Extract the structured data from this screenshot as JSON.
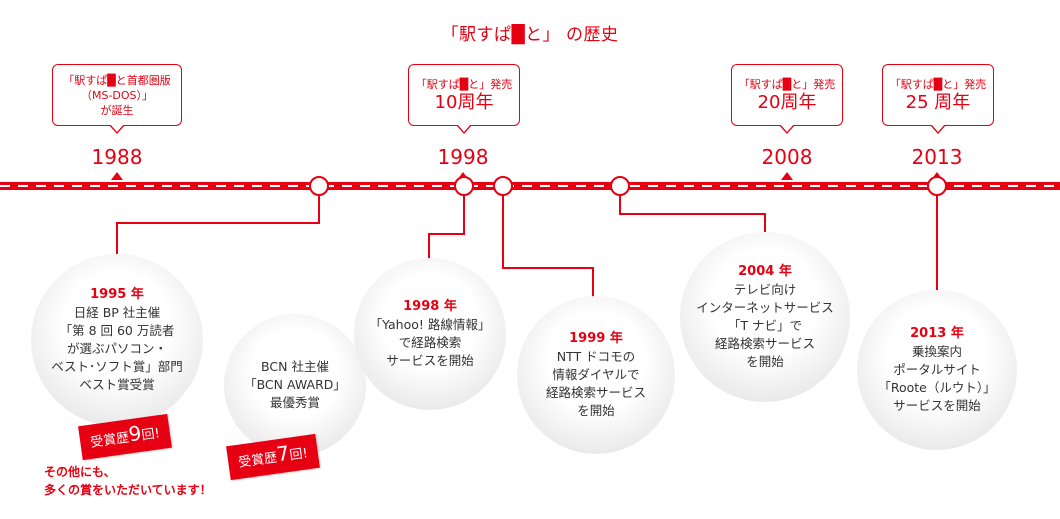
{
  "title": "「駅すぱ█と」 の歴史",
  "milestones": [
    {
      "year": "1988",
      "lines": [
        "「駅すぱ█と首都圏版",
        "（MS-DOS）」",
        "が誕生"
      ]
    },
    {
      "year": "1998",
      "lines": [
        "「駅すぱ█と」発売"
      ],
      "anniv": "10周年"
    },
    {
      "year": "2008",
      "lines": [
        "「駅すぱ█と」発売"
      ],
      "anniv": "20周年"
    },
    {
      "year": "2013",
      "lines": [
        "「駅すぱ█と」発売"
      ],
      "anniv": "25 周年"
    }
  ],
  "events": [
    {
      "year": "1995 年",
      "lines": [
        "日経 BP 社主催",
        "「第 8 回 60 万読者",
        "が選ぶパソコン・",
        "ベスト･ソフト賞」部門",
        "ベスト賞受賞"
      ]
    },
    {
      "year": "",
      "lines": [
        "BCN 社主催",
        "「BCN AWARD」",
        "最優秀賞"
      ]
    },
    {
      "year": "1998 年",
      "lines": [
        "「Yahoo! 路線情報」",
        "で経路検索",
        "サービスを開始"
      ]
    },
    {
      "year": "1999 年",
      "lines": [
        "NTT ドコモの",
        "情報ダイヤルで",
        "経路検索サービス",
        "を開始"
      ]
    },
    {
      "year": "2004 年",
      "lines": [
        "テレビ向け",
        "インターネットサービス",
        "「T ナビ」で",
        "経路検索サービス",
        "を開始"
      ]
    },
    {
      "year": "2013 年",
      "lines": [
        "乗換案内",
        "ポータルサイト",
        "「Roote（ルウト）」",
        "サービスを開始"
      ]
    }
  ],
  "awards": [
    {
      "prefix": "受賞歴",
      "count": "9",
      "suffix": "回!"
    },
    {
      "prefix": "受賞歴",
      "count": "7",
      "suffix": "回!"
    }
  ],
  "note": [
    "その他にも、",
    "多くの賞をいただいています！"
  ],
  "colors": {
    "accent": "#e60012",
    "text": "#333333"
  }
}
